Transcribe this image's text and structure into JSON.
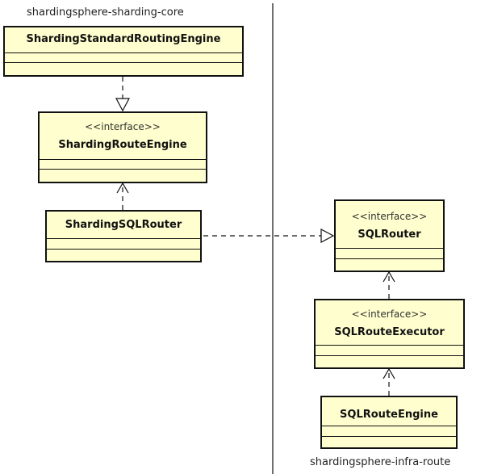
{
  "packages": {
    "left": "shardingsphere-sharding-core",
    "right": "shardingsphere-infra-route"
  },
  "classes": {
    "standard_routing_engine": {
      "name": "ShardingStandardRoutingEngine",
      "stereotype": ""
    },
    "sharding_route_engine": {
      "name": "ShardingRouteEngine",
      "stereotype": "<<interface>>"
    },
    "sharding_sql_router": {
      "name": "ShardingSQLRouter",
      "stereotype": ""
    },
    "sql_router": {
      "name": "SQLRouter",
      "stereotype": "<<interface>>"
    },
    "sql_route_executor": {
      "name": "SQLRouteExecutor",
      "stereotype": "<<interface>>"
    },
    "sql_route_engine": {
      "name": "SQLRouteEngine",
      "stereotype": ""
    }
  },
  "colors": {
    "class_fill": "#fefece",
    "border": "#111111"
  }
}
